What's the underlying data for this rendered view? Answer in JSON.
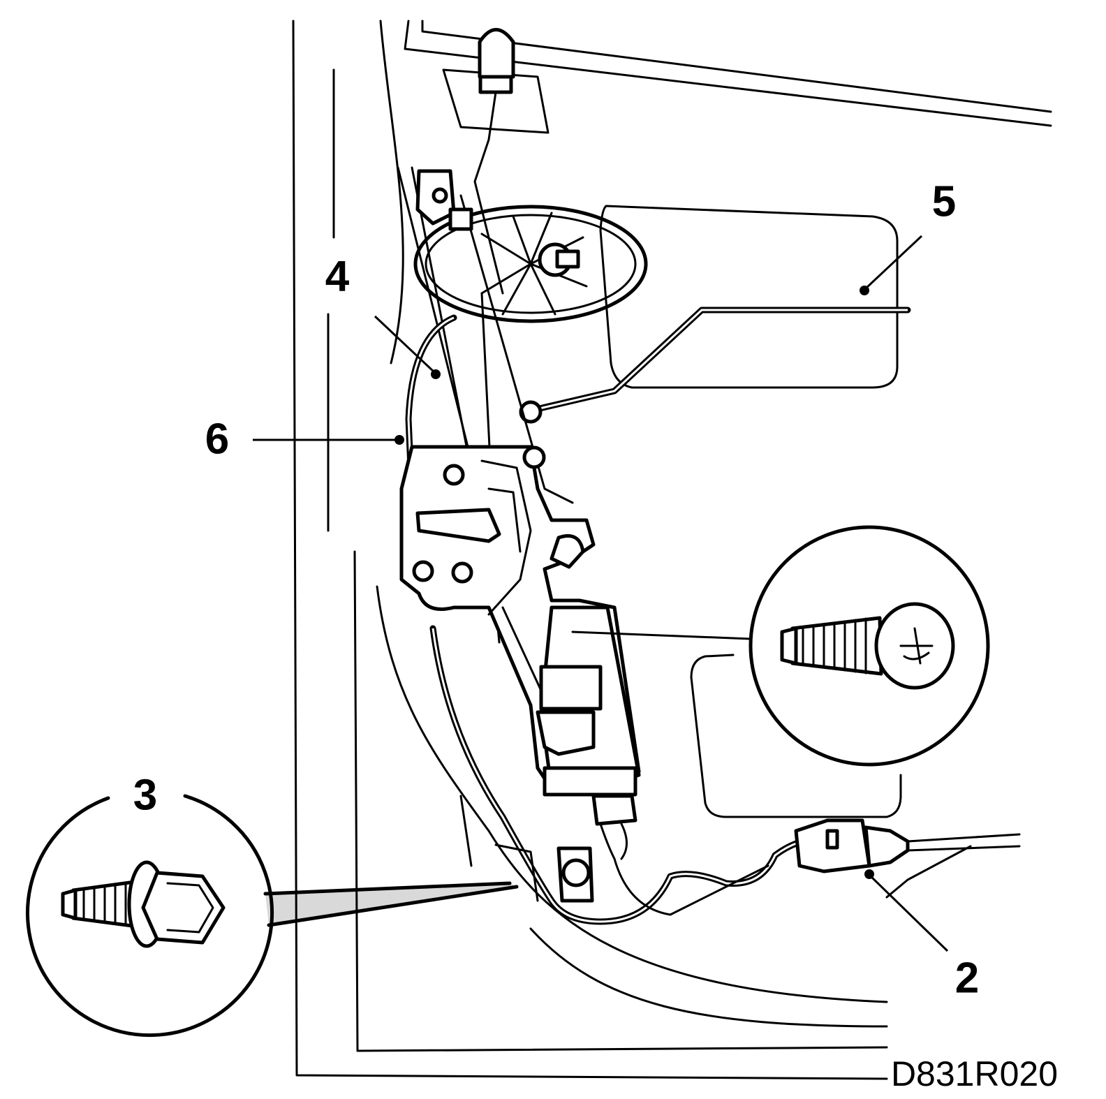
{
  "callouts": {
    "connector": "2",
    "bolt": "3",
    "rod_4": "4",
    "cable_5": "5",
    "rod_6": "6"
  },
  "figure_id": "D831R020",
  "colors": {
    "line": "#000000",
    "background": "#ffffff"
  },
  "icons": {
    "screw_detail": "phillips-screw-icon",
    "bolt_detail": "hex-flange-bolt-icon"
  }
}
